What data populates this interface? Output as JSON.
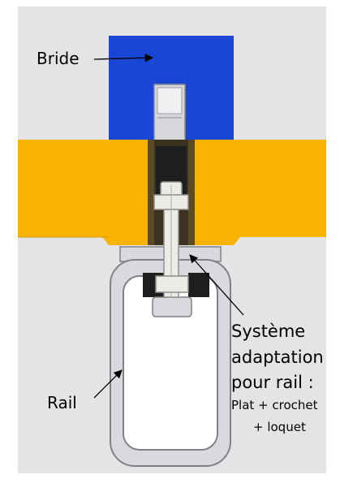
{
  "labels": {
    "bride": "Bride",
    "rail": "Rail",
    "systeme_line1": "Système",
    "systeme_line2": "adaptation",
    "systeme_line3": "pour rail :",
    "systeme_line4": "Plat + crochet",
    "systeme_line5": "+ loquet"
  },
  "colors": {
    "background_panel": "#e4e4e6",
    "bride": "#1a46d6",
    "plate": "#f7b300",
    "plate_edge": "#d49a00",
    "rail_fill": "#d9dadf",
    "rail_stroke": "#7f8186",
    "bore": "#3b3222",
    "bolt": "#ecebe7",
    "dark_part": "#1e1e1e",
    "arrow": "#000000"
  }
}
